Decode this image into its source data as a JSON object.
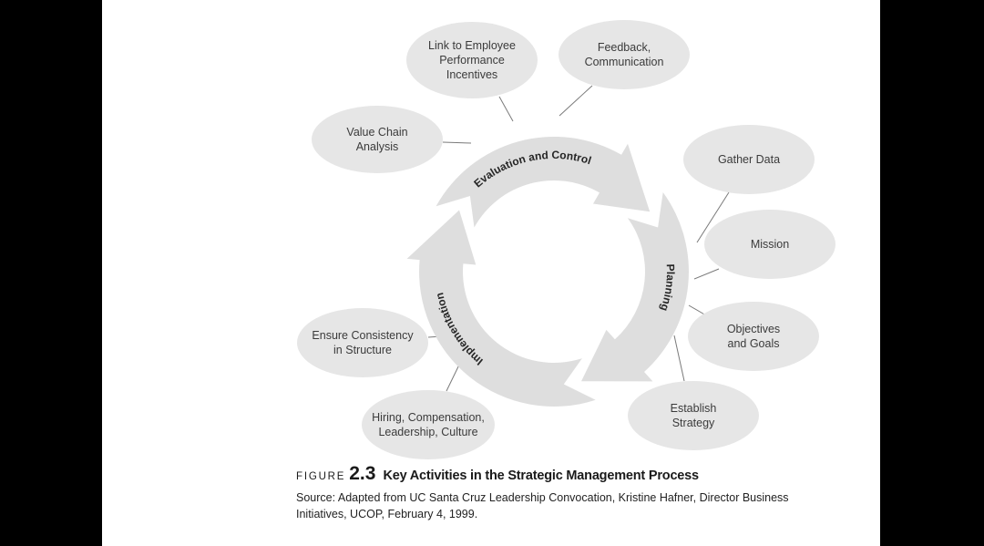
{
  "figure": {
    "label": "FIGURE",
    "number": "2.3",
    "title": "Key Activities in the Strategic Management Process",
    "source_lines": [
      "Source: Adapted from UC Santa Cruz Leadership Convocation, Kristine Hafner, Director Business",
      "Initiatives, UCOP, February 4, 1999."
    ]
  },
  "cycle": {
    "stages": [
      {
        "label": "Evaluation and Control",
        "activities": [
          {
            "lines": [
              "Value Chain",
              "Analysis"
            ]
          },
          {
            "lines": [
              "Link to Employee",
              "Performance",
              "Incentives"
            ]
          },
          {
            "lines": [
              "Feedback,",
              "Communication"
            ]
          }
        ]
      },
      {
        "label": "Planning",
        "activities": [
          {
            "lines": [
              "Gather Data"
            ]
          },
          {
            "lines": [
              "Mission"
            ]
          },
          {
            "lines": [
              "Objectives",
              "and Goals"
            ]
          },
          {
            "lines": [
              "Establish",
              "Strategy"
            ]
          }
        ]
      },
      {
        "label": "Implementation",
        "activities": [
          {
            "lines": [
              "Hiring, Compensation,",
              "Leadership, Culture"
            ]
          },
          {
            "lines": [
              "Ensure Consistency",
              "in Structure"
            ]
          }
        ]
      }
    ]
  },
  "colors": {
    "background": "#000000",
    "page": "#ffffff",
    "ring": "#dedede",
    "activity_fill": "#e6e6e6",
    "ring_text": "#262626",
    "activity_text": "#3b3b3b",
    "connector": "#7a7a7a",
    "caption_text": "#1a1a1a"
  }
}
